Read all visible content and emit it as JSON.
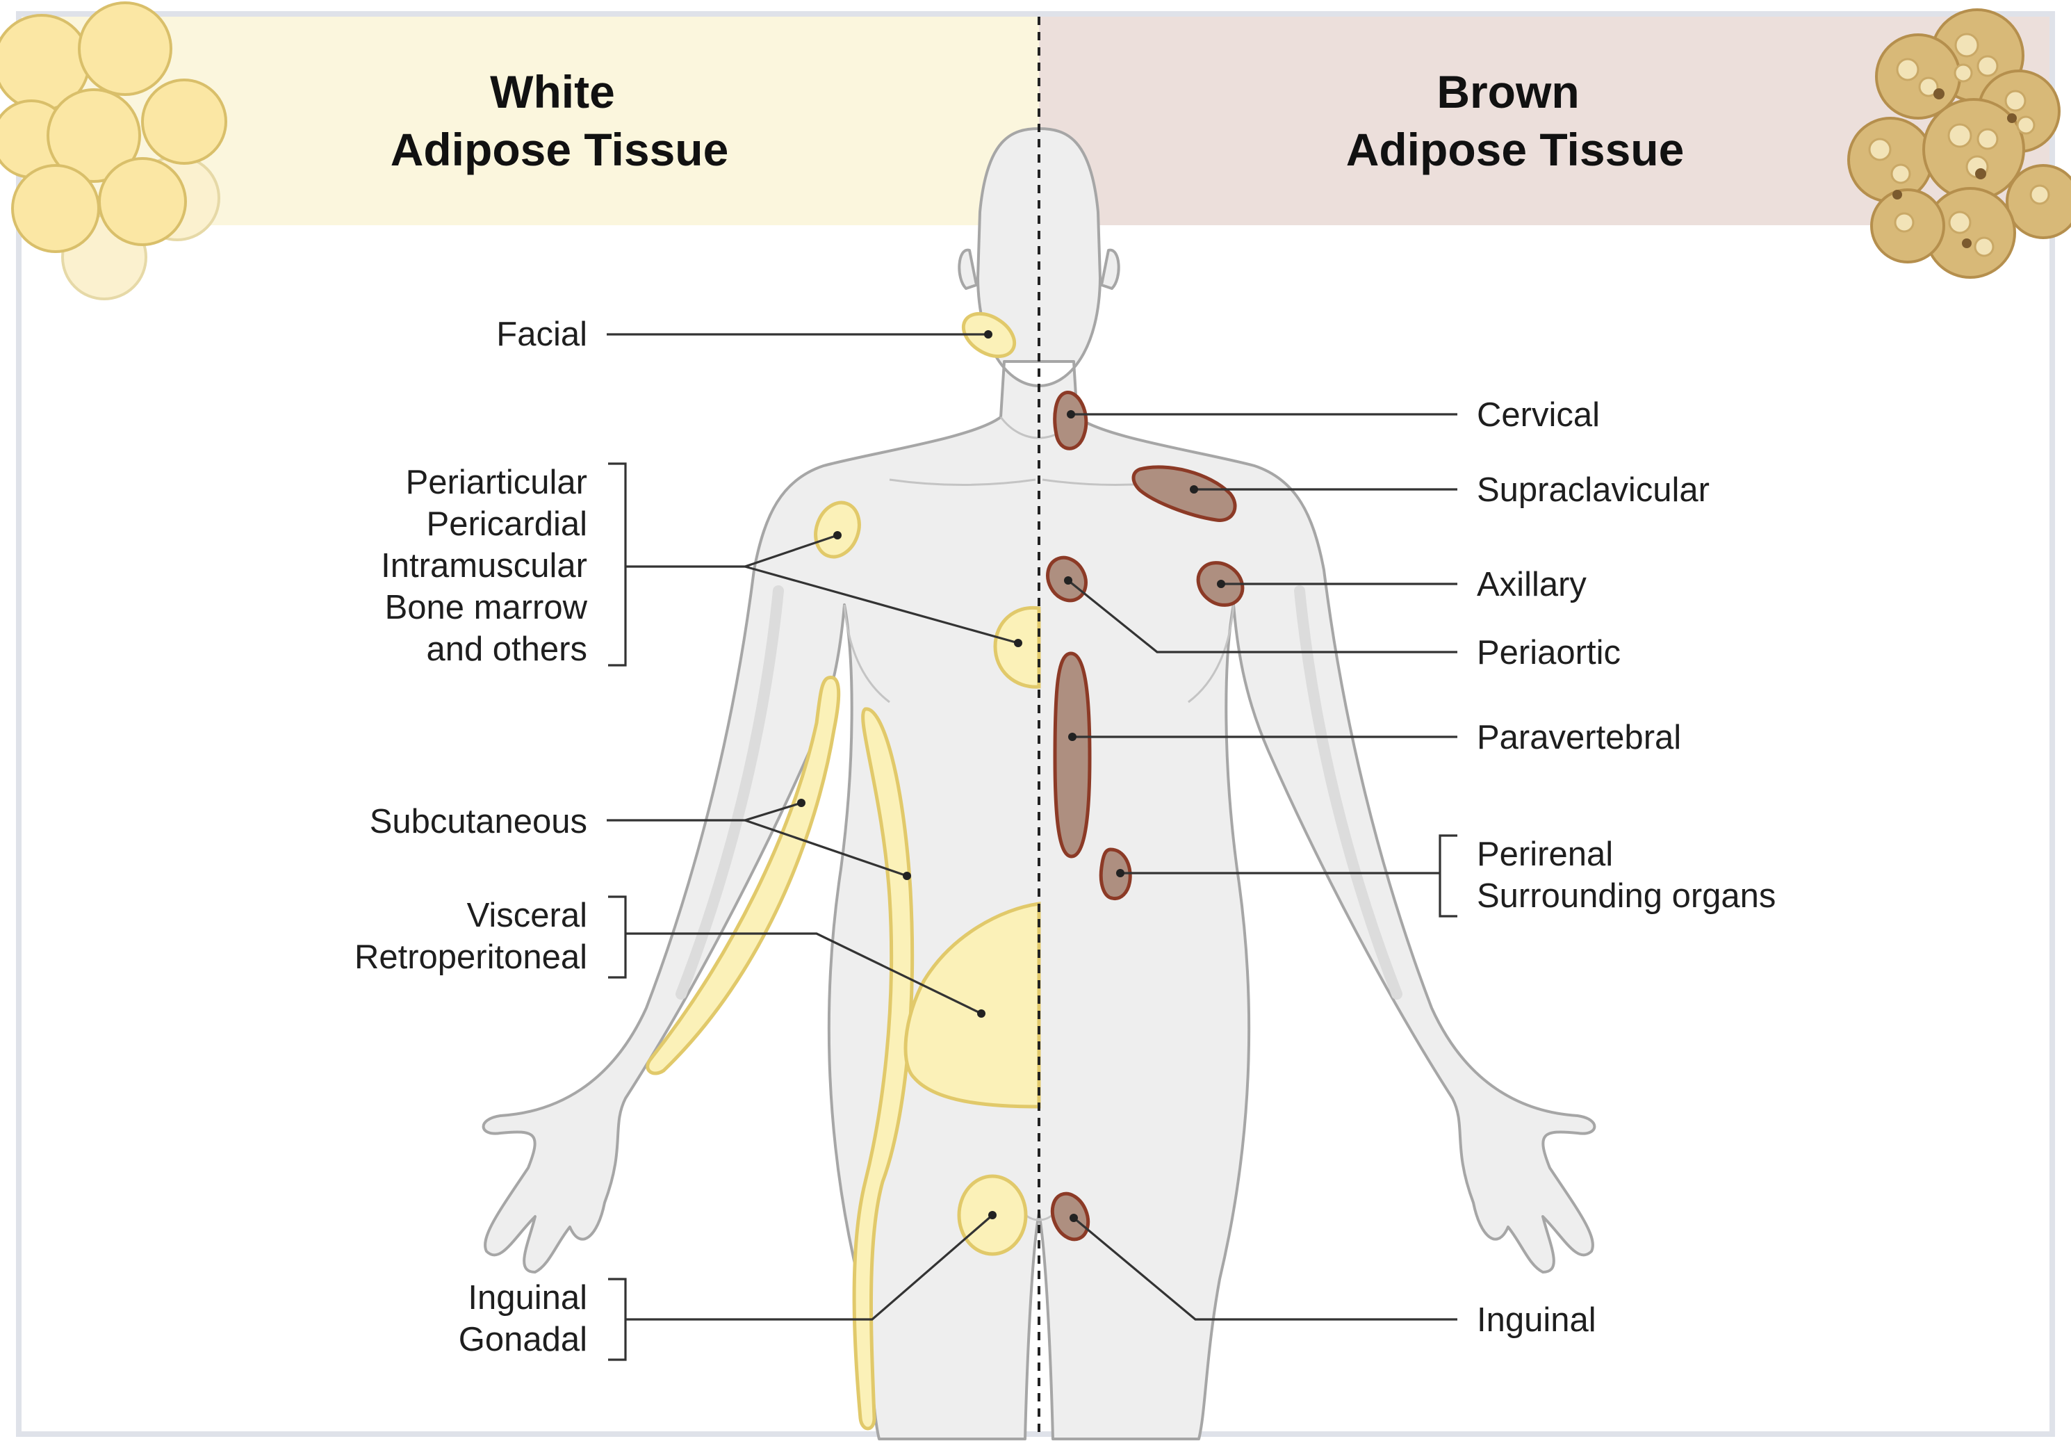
{
  "header": {
    "white_title_line1": "White",
    "white_title_line2": "Adipose Tissue",
    "brown_title_line1": "Brown",
    "brown_title_line2": "Adipose Tissue"
  },
  "white_labels": {
    "facial": "Facial",
    "periarticular": "Periarticular",
    "pericardial": "Pericardial",
    "intramuscular": "Intramuscular",
    "bone_marrow": "Bone marrow",
    "and_others": "and others",
    "subcutaneous": "Subcutaneous",
    "visceral": "Visceral",
    "retroperitoneal": "Retroperitoneal",
    "inguinal": "Inguinal",
    "gonadal": "Gonadal"
  },
  "brown_labels": {
    "cervical": "Cervical",
    "supraclavicular": "Supraclavicular",
    "axillary": "Axillary",
    "periaortic": "Periaortic",
    "paravertebral": "Paravertebral",
    "perirenal": "Perirenal",
    "surrounding_organs": "Surrounding organs",
    "inguinal": "Inguinal"
  },
  "colors": {
    "white_adipose_fill": "#fbf1b8",
    "white_adipose_stroke": "#e1c96a",
    "brown_adipose_fill": "#ae8f80",
    "brown_adipose_stroke": "#8c3a26",
    "white_header_bg": "#fbf6dd",
    "brown_header_bg": "#ecdfdb",
    "body_fill": "#eeeeee",
    "body_stroke": "#a6a6a6"
  }
}
